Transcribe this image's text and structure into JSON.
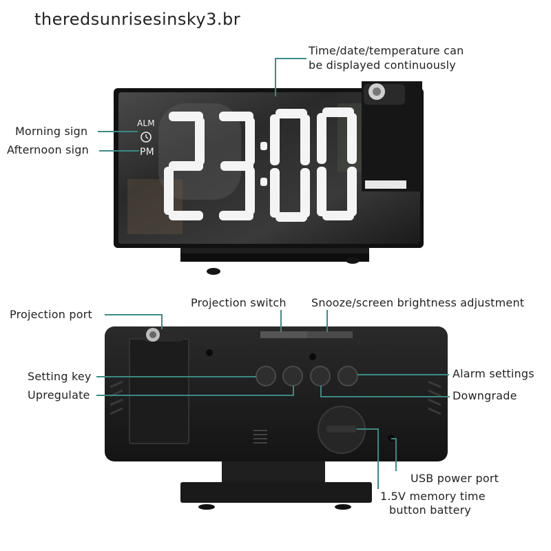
{
  "watermark": "theredsunrisesinsky3.br",
  "top_product": {
    "callouts": {
      "display_info_line1": "Time/date/temperature can",
      "display_info_line2": "be displayed continuously",
      "morning_sign": "Morning sign",
      "afternoon_sign": "Afternoon sign"
    },
    "screen_indicators": {
      "alm": "ALM",
      "pm": "PM"
    }
  },
  "back_product": {
    "callouts": {
      "projection_port": "Projection port",
      "projection_switch": "Projection switch",
      "snooze": "Snooze/screen brightness adjustment",
      "setting_key": "Setting key",
      "upregulate": "Upregulate",
      "alarm_settings": "Alarm settings",
      "downgrade": "Downgrade",
      "usb_power_port": "USB power port",
      "battery_line1": "1.5V memory time",
      "battery_line2": "button battery"
    }
  },
  "colors": {
    "leader_line": "#3b8a84",
    "device_body": "#1b1b1b"
  }
}
